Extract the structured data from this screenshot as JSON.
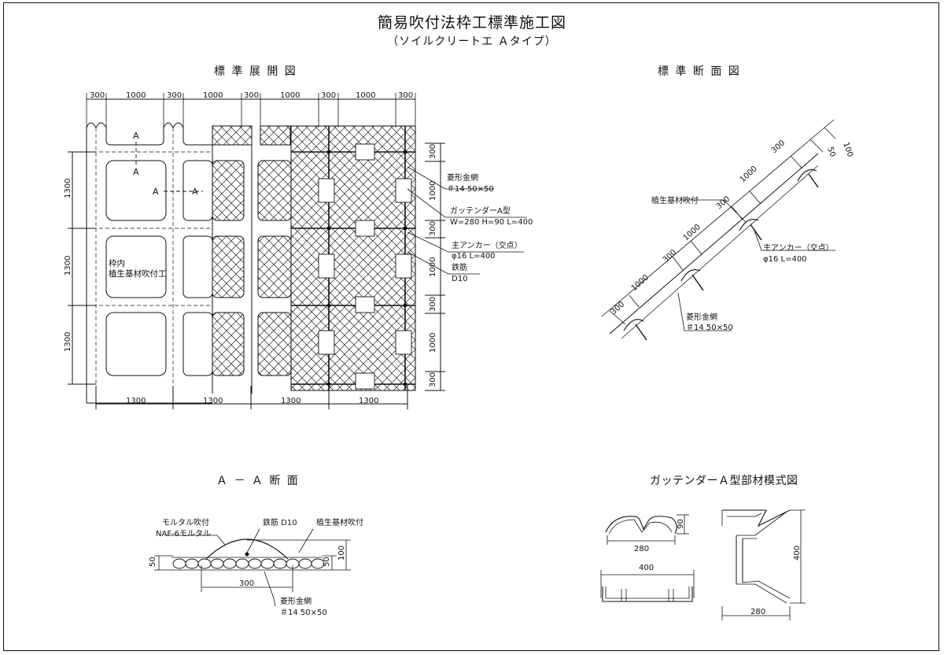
{
  "header": {
    "title": "簡易吹付法枠工標準施工図",
    "subtitle": "（ソイルクリートエ Ａタイプ）"
  },
  "sections": {
    "development": "標 準 展 開 図",
    "cross_section": "標 準 断 面 図",
    "aa_section": "Ａ － Ａ 断 面",
    "gutter_model": "ガッテンダーＡ型部材模式図"
  },
  "development": {
    "top_dims": [
      "300",
      "1000",
      "300",
      "1000",
      "300",
      "1000",
      "300",
      "1000",
      "300"
    ],
    "bottom_dims": [
      "1300",
      "1300",
      "1300",
      "1300"
    ],
    "left_dims": [
      "1300",
      "1300",
      "1300"
    ],
    "right_dims": [
      "300",
      "1000",
      "300",
      "1000",
      "300",
      "1000",
      "300"
    ],
    "section_letter": "A",
    "frame_label_1": "枠内",
    "frame_label_2": "植生基材吹付工",
    "callouts": {
      "mesh": "菱形金網",
      "mesh_spec": "＃14 50×50",
      "gutter": "ガッテンダーA型",
      "gutter_spec": "W=280 H=90 L=400",
      "anchor": "主アンカー（交点）",
      "anchor_spec": "φ16 L=400",
      "rebar": "鉄筋",
      "rebar_spec": "D10"
    }
  },
  "cross_section": {
    "dims_along": [
      "300",
      "1000",
      "300",
      "1000",
      "300",
      "1000",
      "300"
    ],
    "dim_top_a": "100",
    "dim_top_b": "50",
    "veg_label": "植生基材吹付",
    "anchor": "主アンカー（交点）",
    "anchor_spec": "φ16 L=400",
    "mesh": "菱形金網",
    "mesh_spec": "＃14 50×50"
  },
  "aa": {
    "mortar": "モルタル吹付",
    "mortar_spec": "NAF-6モルタル",
    "rebar": "鉄筋 D10",
    "veg": "植生基材吹付",
    "dim_left": "50",
    "dim_right_a": "50",
    "dim_right_b": "100",
    "dim_width": "300",
    "mesh": "菱形金網",
    "mesh_spec": "＃14 50×50"
  },
  "gutter": {
    "w1": "280",
    "h1": "90",
    "len": "400",
    "len2": "400",
    "w2": "280"
  }
}
